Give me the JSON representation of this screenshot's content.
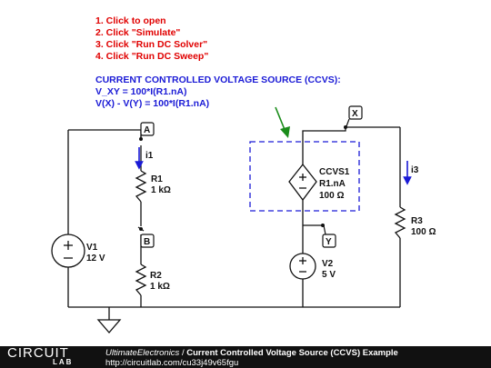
{
  "instructions": [
    "1. Click to open",
    "2. Click \"Simulate\"",
    "3. Click \"Run DC Solver\"",
    "4. Click \"Run DC Sweep\""
  ],
  "ccvs_note": {
    "heading": "CURRENT CONTROLLED VOLTAGE SOURCE (CCVS):",
    "line1": "V_XY = 100*I(R1.nA)",
    "line2": "V(X) - V(Y) = 100*I(R1.nA)"
  },
  "components": {
    "V1": {
      "name": "V1",
      "value": "12 V"
    },
    "R1": {
      "name": "R1",
      "value": "1 kΩ"
    },
    "R2": {
      "name": "R2",
      "value": "1 kΩ"
    },
    "R3": {
      "name": "R3",
      "value": "100 Ω"
    },
    "V2": {
      "name": "V2",
      "value": "5 V"
    },
    "CCVS1": {
      "name": "CCVS1",
      "control": "R1.nA",
      "gain": "100 Ω"
    }
  },
  "nodes": {
    "A": "A",
    "B": "B",
    "X": "X",
    "Y": "Y"
  },
  "currents": {
    "i1": "i1",
    "i3": "i3"
  },
  "footer": {
    "logo_top": "CIRCUIT",
    "logo_bottom": "LAB",
    "user": "UltimateElectronics",
    "separator": " / ",
    "title": "Current Controlled Voltage Source (CCVS) Example",
    "url": "http://circuitlab.com/cu33j49v65fgu"
  },
  "colors": {
    "instructions": "#e00000",
    "note": "#1a1ad6",
    "current_arrow": "#1a1ad6",
    "arrow_pointer": "#1a8c1a",
    "footer_bg": "#111111"
  }
}
